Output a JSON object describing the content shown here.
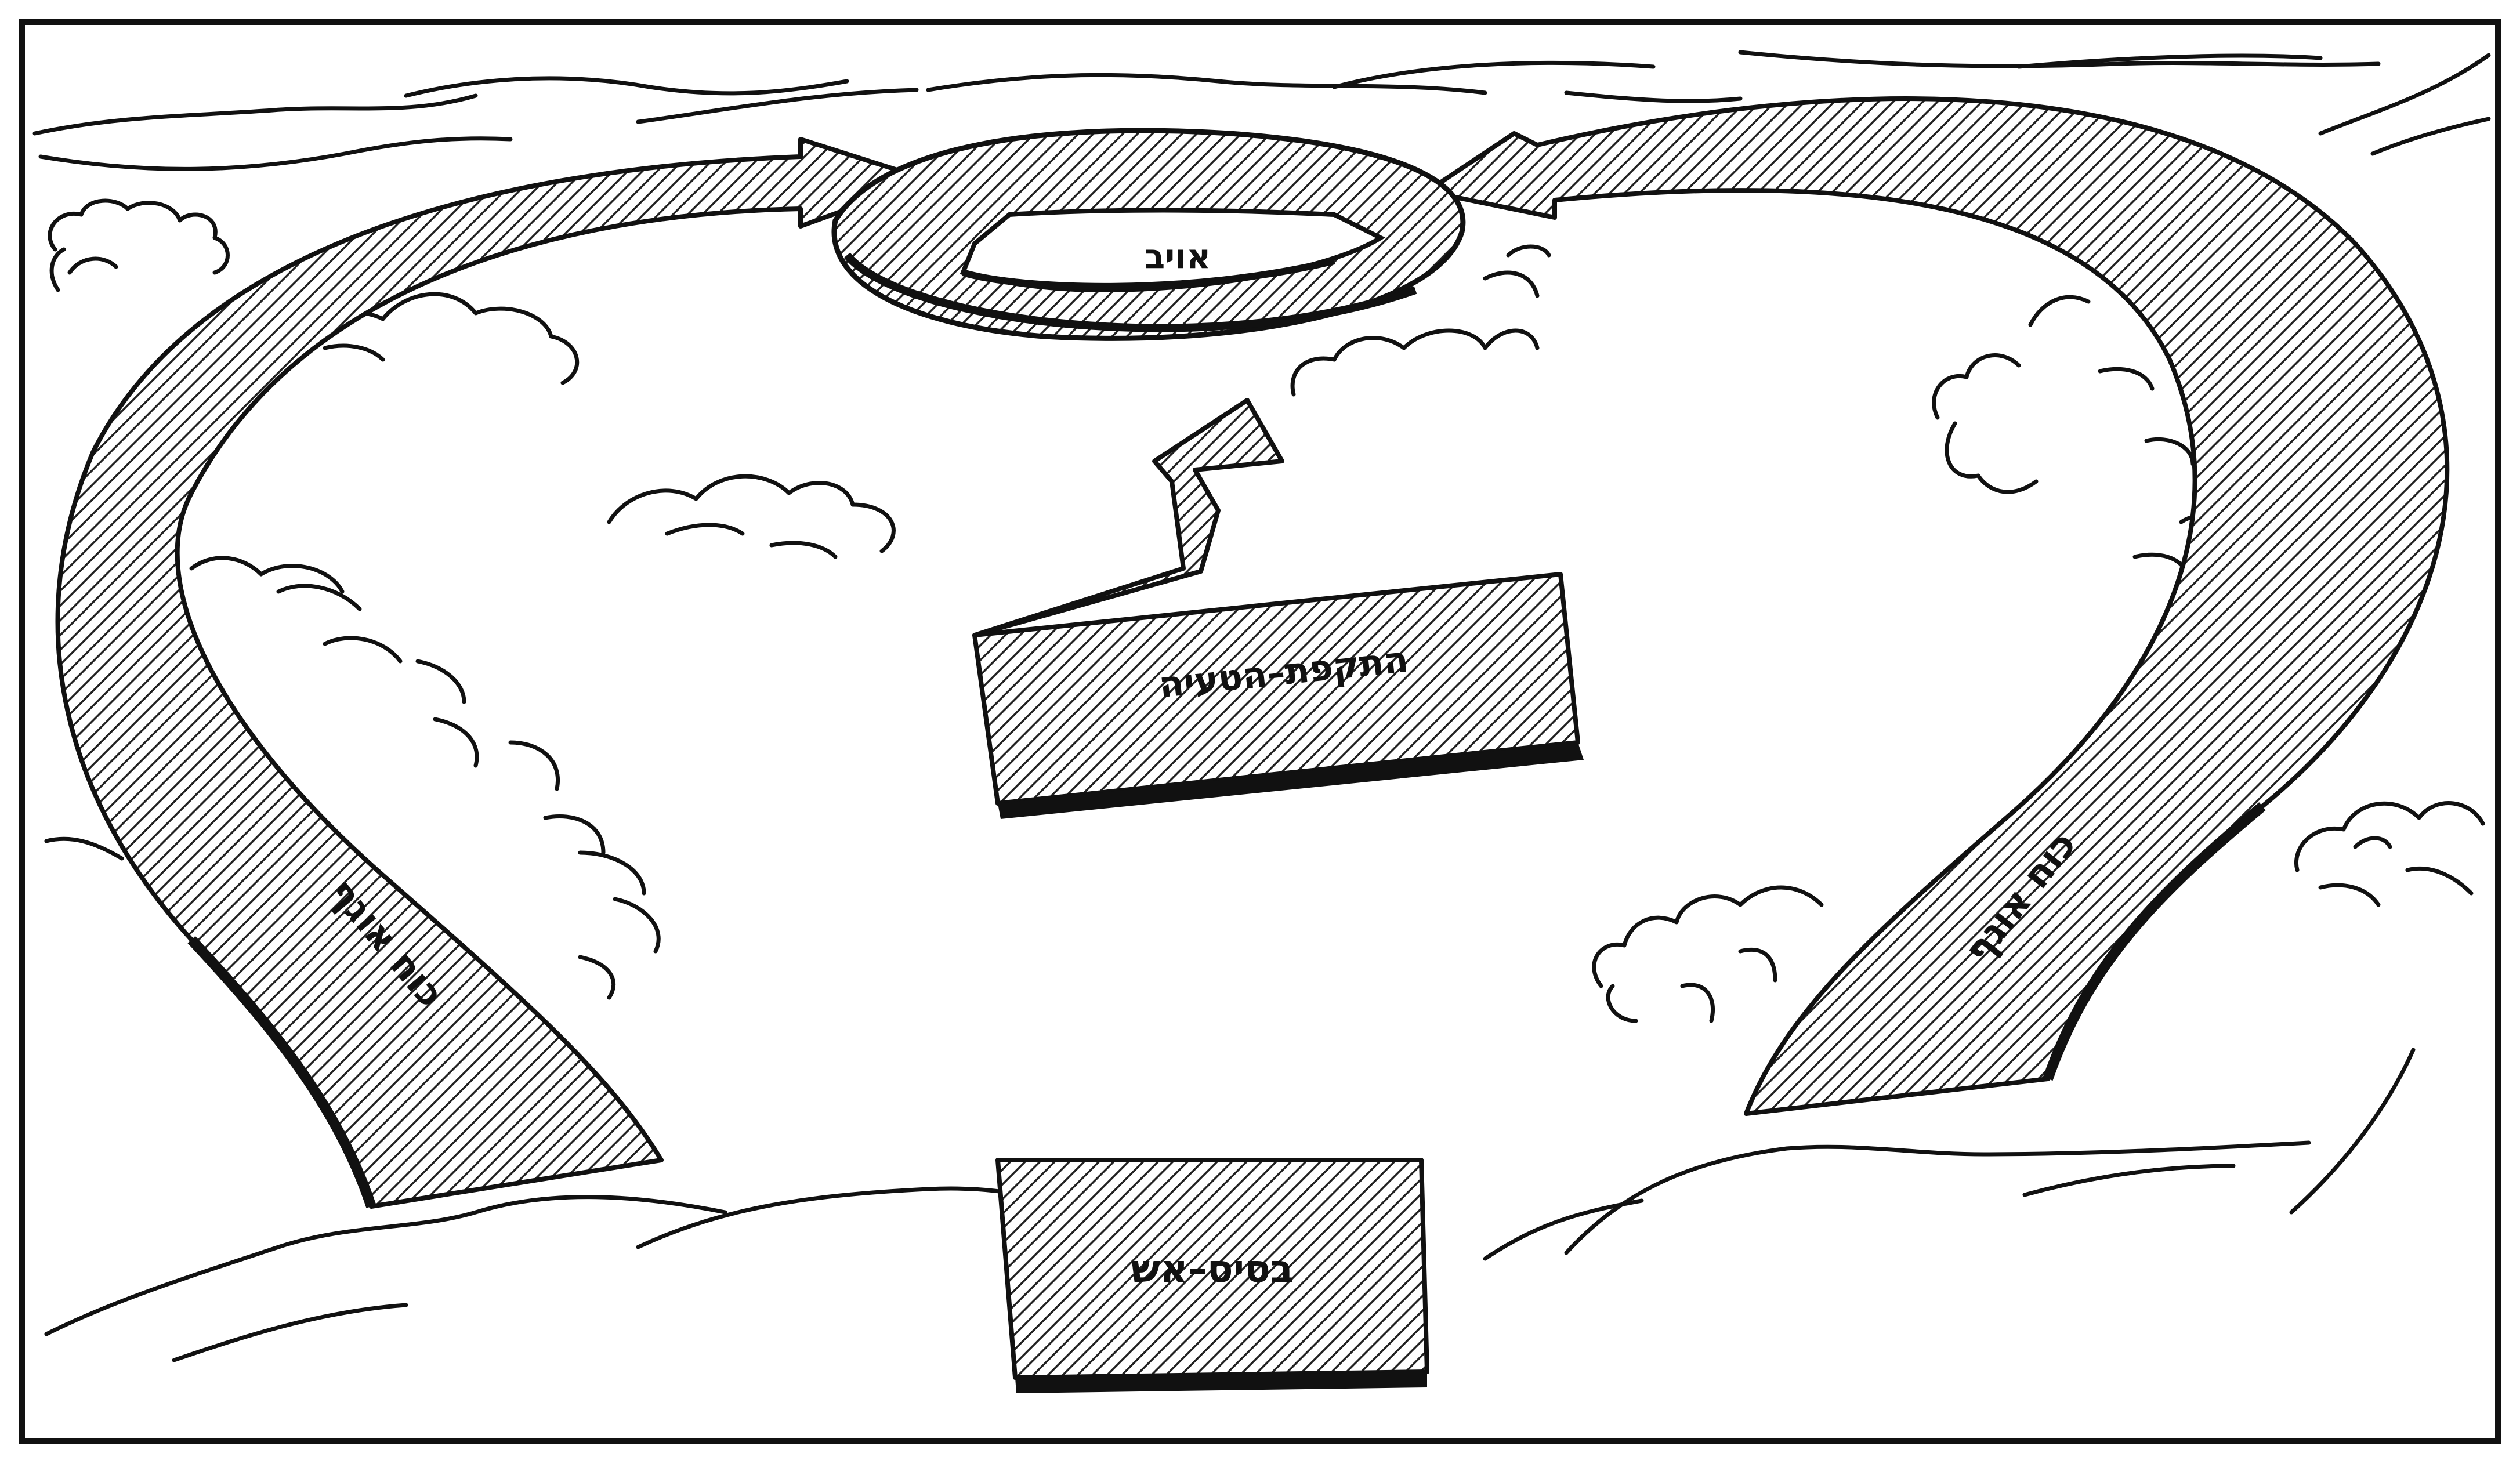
{
  "diagram": {
    "labels": {
      "enemy": "אויב",
      "feint_attack": "התקפת–הטעיה",
      "fire_base": "בסיס–אש",
      "flank_left": "כוח אוגף",
      "flank_right": "כוח אוגף"
    },
    "colors": {
      "ink": "#111111",
      "paper": "#ffffff",
      "hatch": "#222222"
    },
    "icons": {
      "terrain": "hill-contour-lines",
      "clouds": "cloud-shapes",
      "arrows": "hatched-block-arrows"
    }
  }
}
